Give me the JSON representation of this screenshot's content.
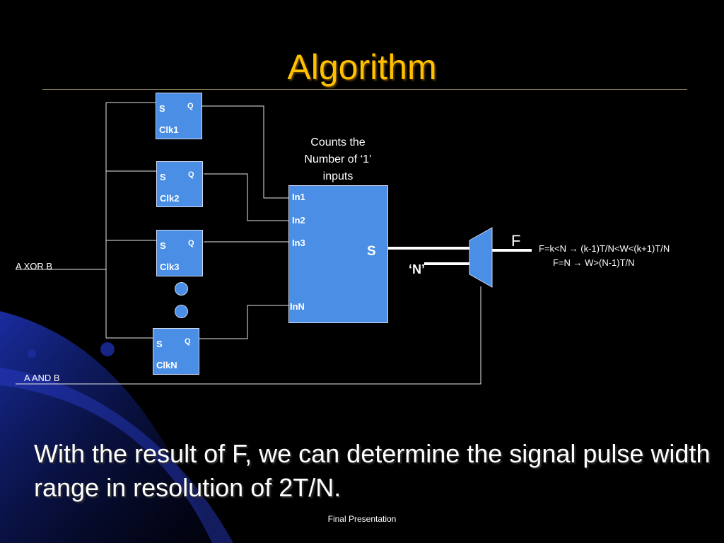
{
  "slide": {
    "title": "Algorithm",
    "caption": "Counts the Number of ‘1’ inputs",
    "body": "With the result of F, we can determine the signal pulse width range in resolution of 2T/N.",
    "footer": "Final Presentation"
  },
  "flipflops": [
    {
      "s": "S",
      "q": "Q",
      "clk": "Clk1"
    },
    {
      "s": "S",
      "q": "Q",
      "clk": "Clk2"
    },
    {
      "s": "S",
      "q": "Q",
      "clk": "Clk3"
    },
    {
      "s": "S",
      "q": "Q",
      "clk": "ClkN"
    }
  ],
  "counter": {
    "inputs": [
      "In1",
      "In2",
      "In3",
      "InN"
    ],
    "output": "S"
  },
  "labels": {
    "xor": "A XOR B",
    "and": "A  AND B",
    "n_const": "‘N’",
    "f": "F",
    "formula_1": "F=k<N → (k-1)T/N<W<(k+1)T/N",
    "formula_2": "F=N → W>(N-1)T/N"
  },
  "colors": {
    "title": "#ffc000",
    "block": "#4a8ee6",
    "background": "#000000"
  }
}
